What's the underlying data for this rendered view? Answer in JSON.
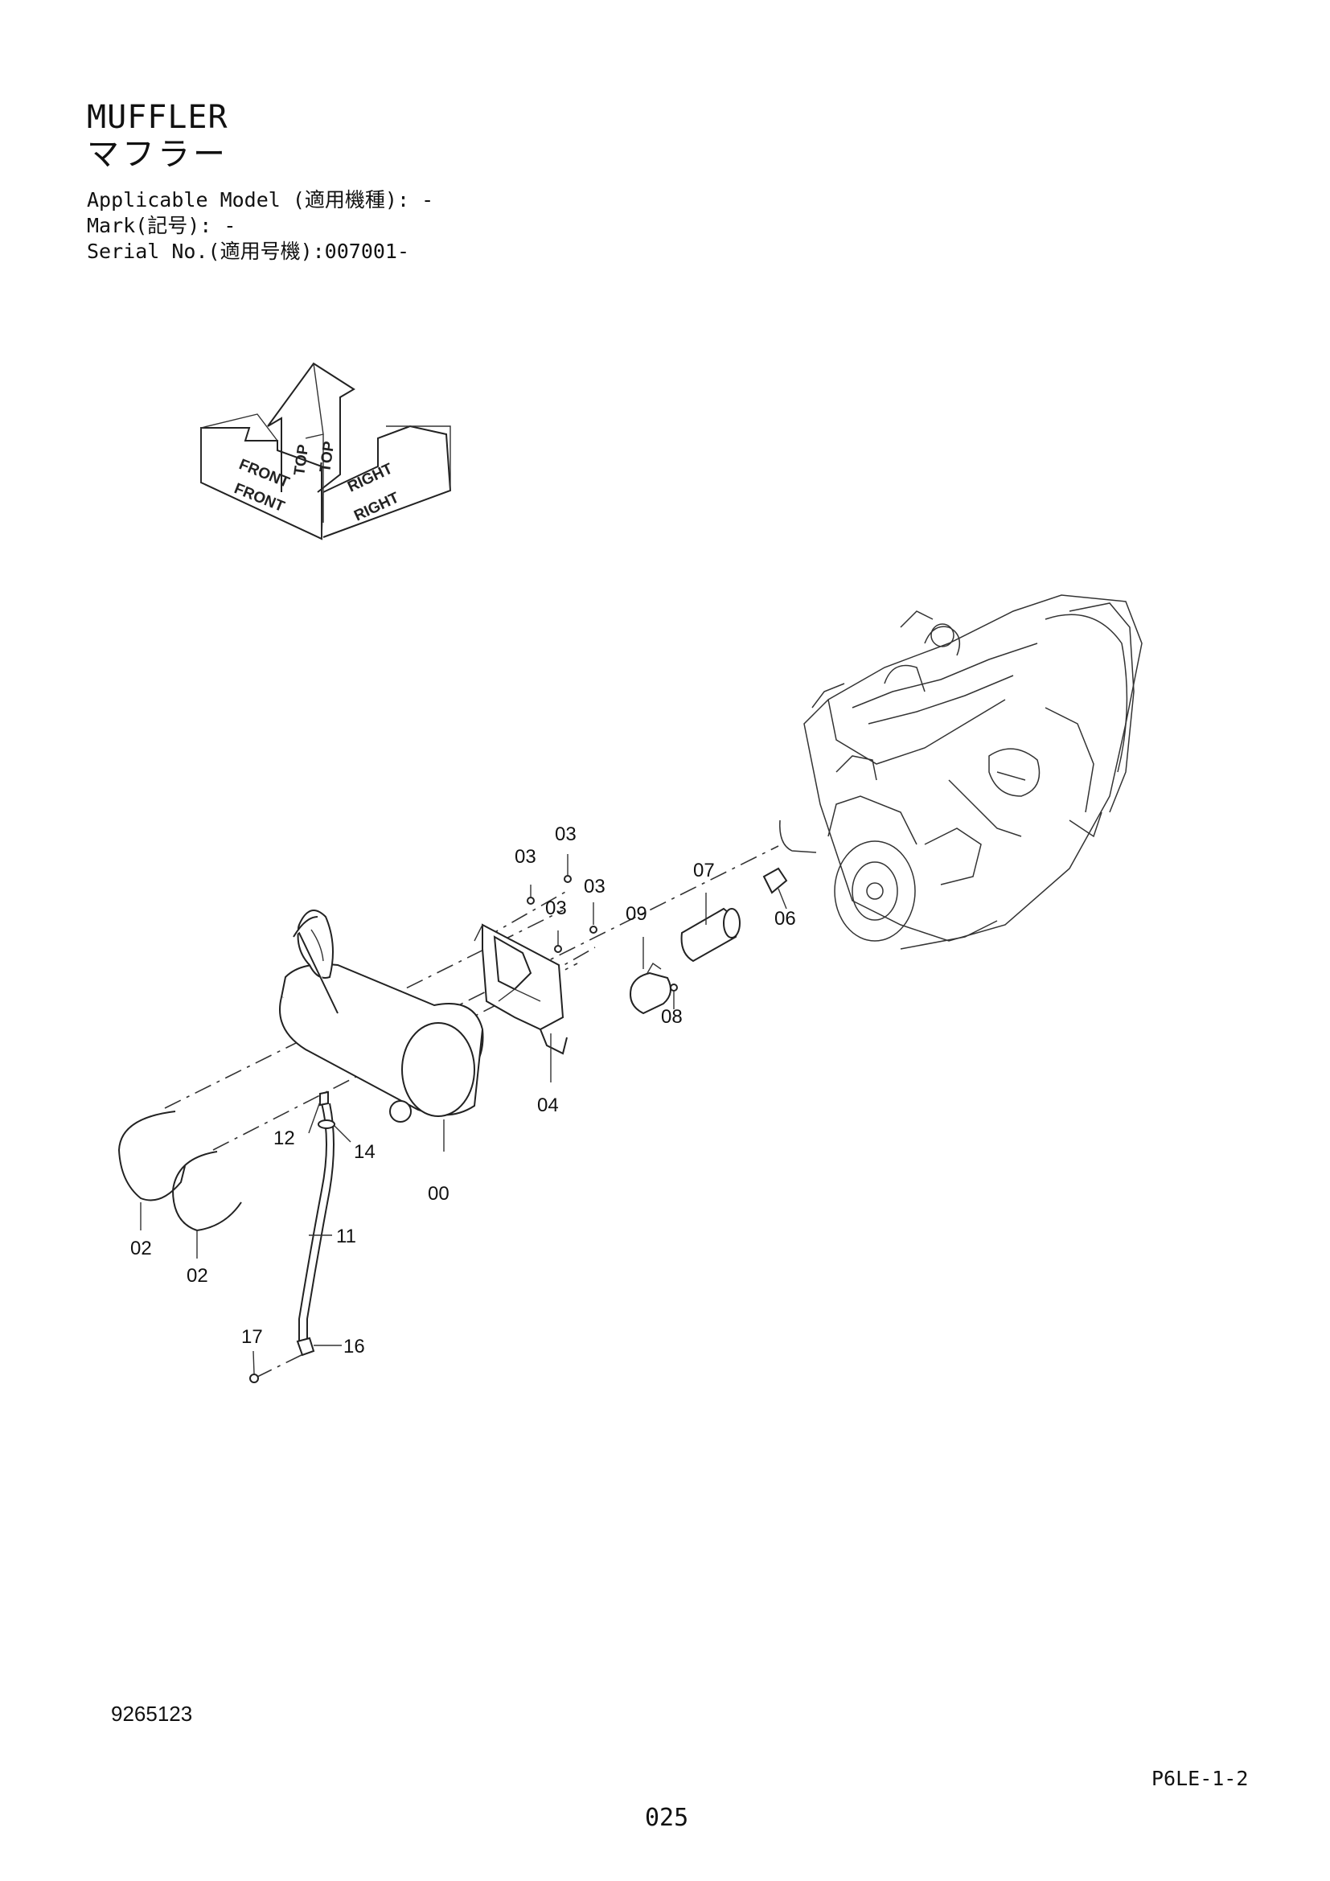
{
  "header": {
    "title_en": "MUFFLER",
    "title_jp": "マフラー",
    "applicable_model": "Applicable Model (適用機種): -",
    "mark": "Mark(記号): -",
    "serial_no": "Serial No.(適用号機):007001-"
  },
  "orientation": {
    "front_upper": "FRONT",
    "front_lower": "FRONT",
    "top_left": "TOP",
    "top_right": "TOP",
    "right_upper": "RIGHT",
    "right_lower": "RIGHT"
  },
  "callouts": {
    "c00": "00",
    "c02a": "02",
    "c02b": "02",
    "c03a": "03",
    "c03b": "03",
    "c03c": "03",
    "c03d": "03",
    "c04": "04",
    "c06": "06",
    "c07": "07",
    "c08": "08",
    "c09": "09",
    "c11": "11",
    "c12": "12",
    "c14": "14",
    "c16": "16",
    "c17": "17"
  },
  "footer": {
    "drawing_no": "9265123",
    "sheet_code": "P6LE-1-2",
    "page_no": "025"
  }
}
